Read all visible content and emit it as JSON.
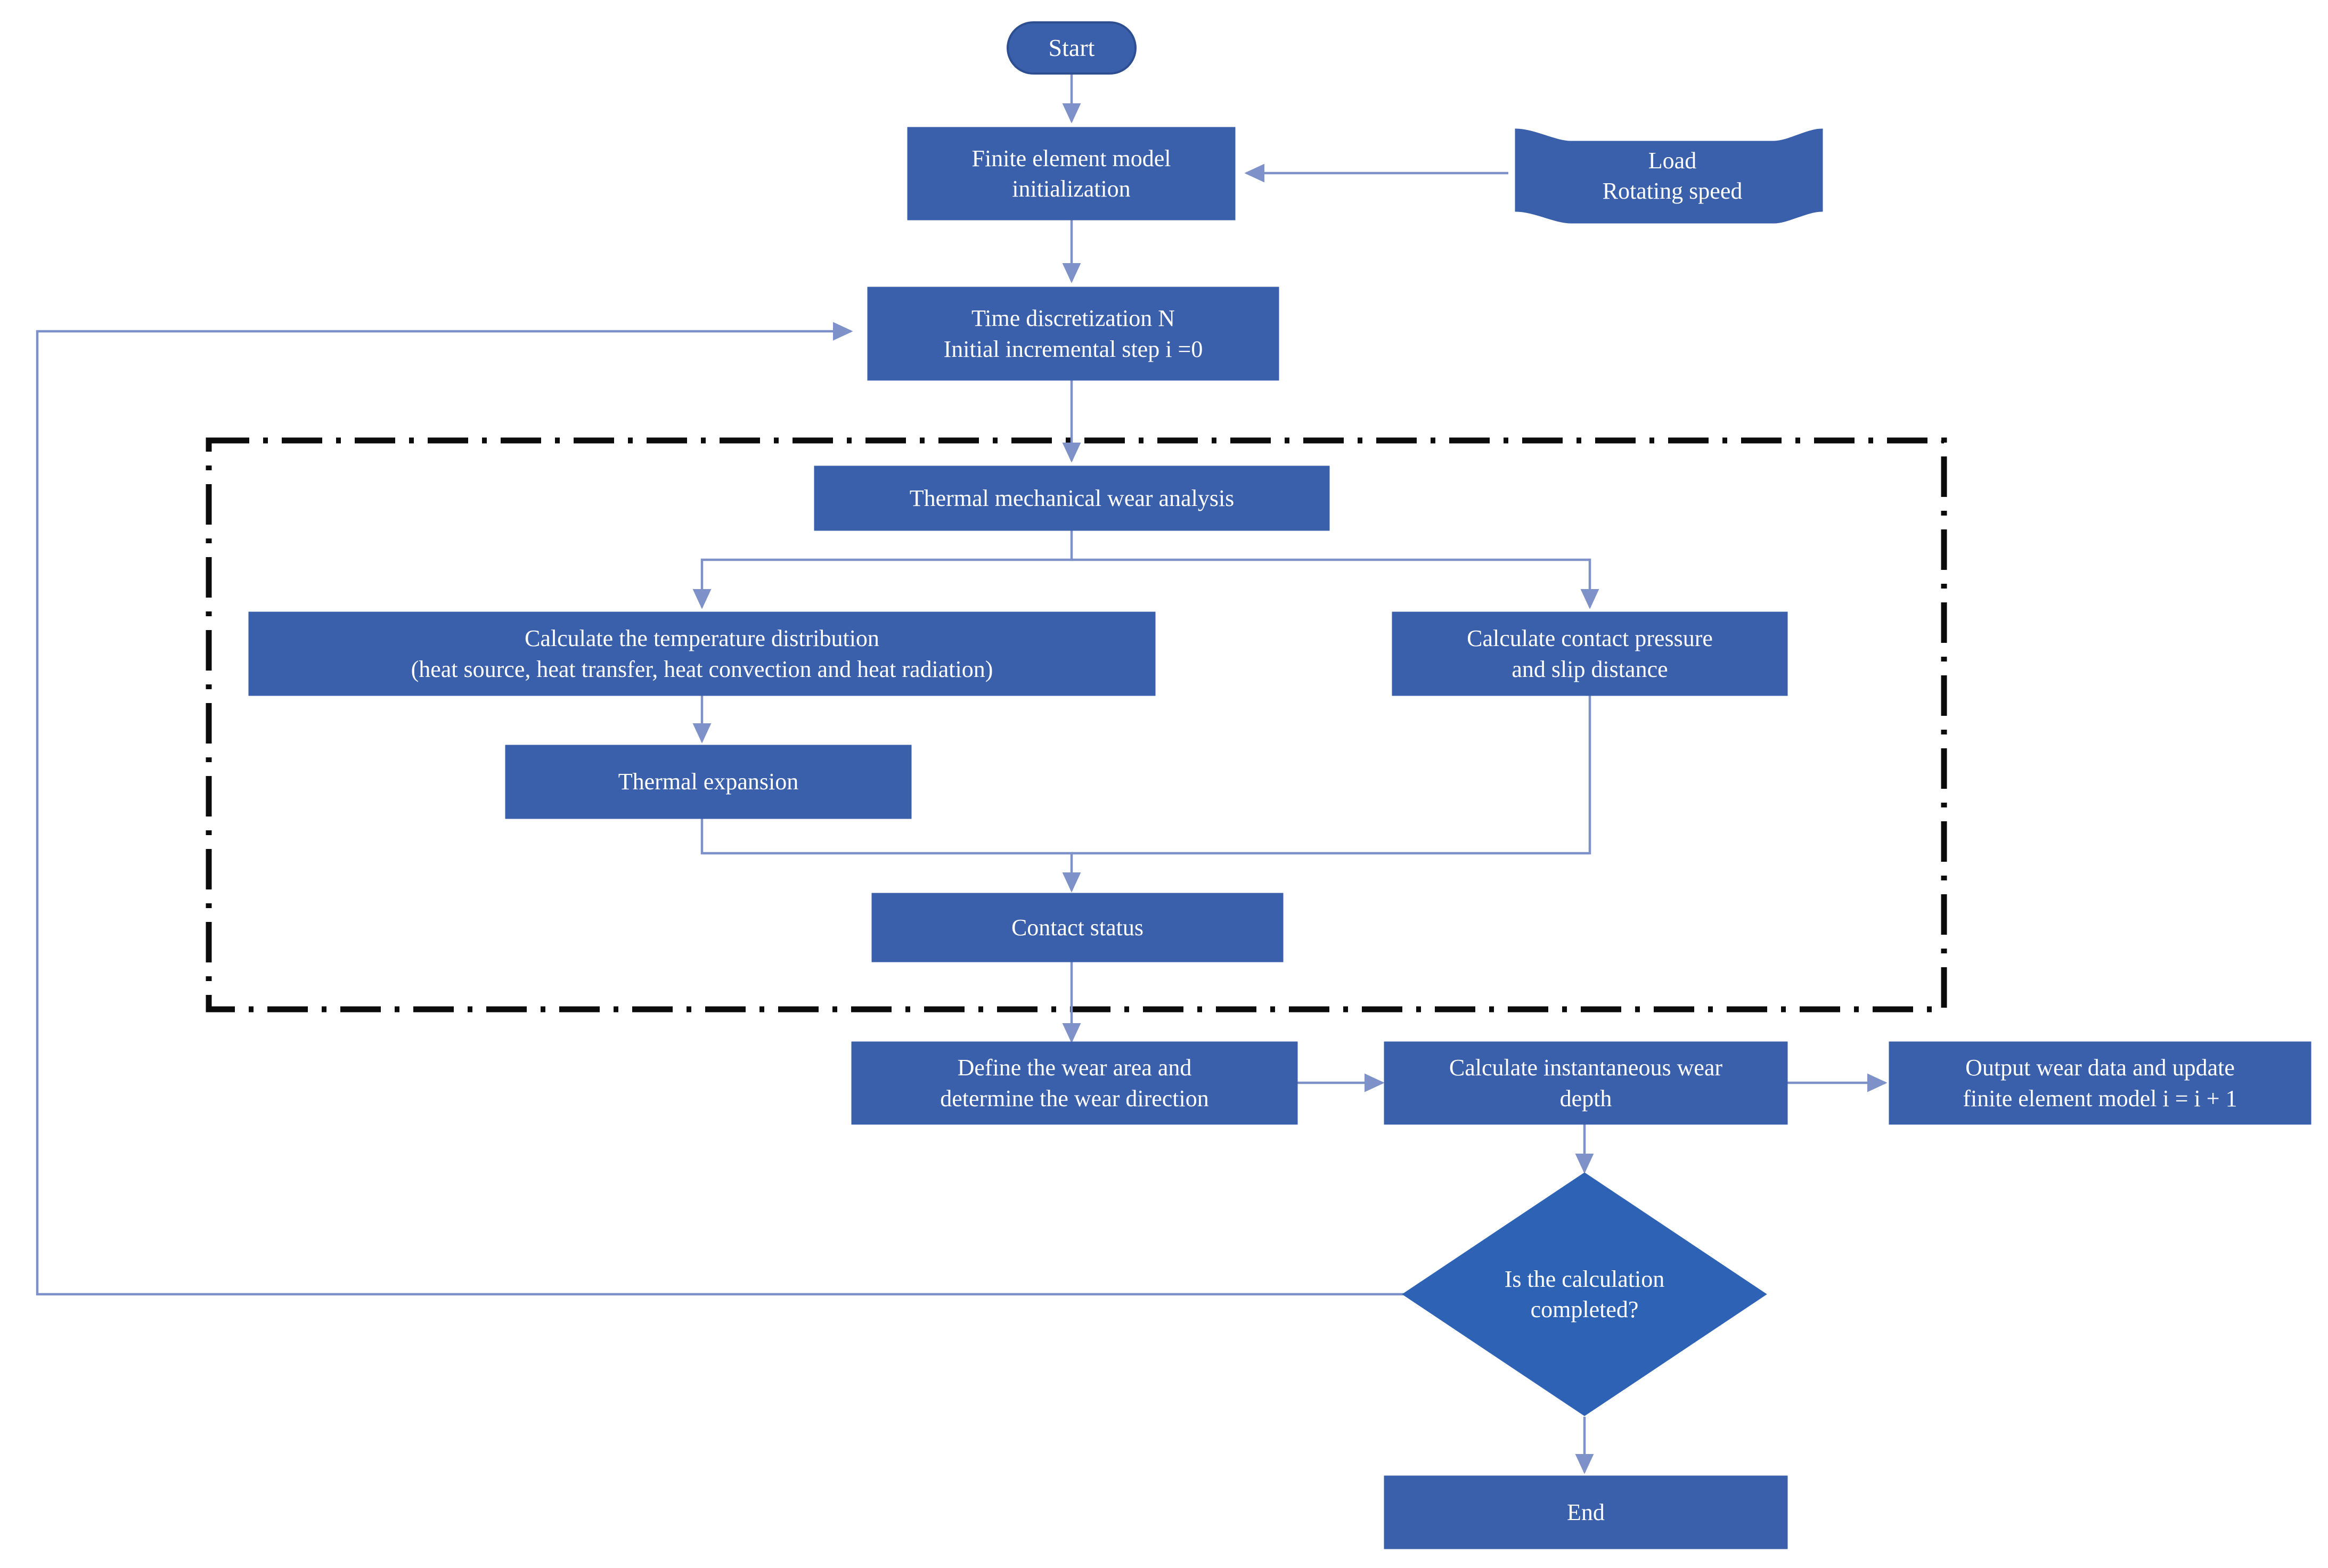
{
  "diagram": {
    "title": "Thermal mechanical wear analysis flowchart",
    "type": "flowchart",
    "background": "#ffffff",
    "colors": {
      "node_fill": "#3A5FAB",
      "node_stroke": "#3A5FAB",
      "node_text": "#ffffff",
      "connector": "#8496CC",
      "group_border": "#000000"
    },
    "nodes": [
      {
        "id": "start",
        "shape": "terminator",
        "label": "Start"
      },
      {
        "id": "fem_init",
        "shape": "process",
        "label": "Finite element model\ninitialization"
      },
      {
        "id": "inputs",
        "shape": "tape",
        "label": "Load\nRotating speed"
      },
      {
        "id": "time_disc",
        "shape": "process",
        "label": "Time discretization N\nInitial incremental step i =0"
      },
      {
        "id": "tmw",
        "shape": "process",
        "label": "Thermal mechanical wear analysis"
      },
      {
        "id": "temp_dist",
        "shape": "process",
        "label": "Calculate the temperature distribution\n(heat source, heat transfer, heat  convection and heat radiation)"
      },
      {
        "id": "contact_pr",
        "shape": "process",
        "label": "Calculate contact pressure\nand slip distance"
      },
      {
        "id": "thermal_exp",
        "shape": "process",
        "label": "Thermal expansion"
      },
      {
        "id": "contact_st",
        "shape": "process",
        "label": "Contact status"
      },
      {
        "id": "wear_area",
        "shape": "process",
        "label": "Define the wear area and\ndetermine the wear direction"
      },
      {
        "id": "wear_depth",
        "shape": "process",
        "label": "Calculate instantaneous wear\ndepth"
      },
      {
        "id": "output",
        "shape": "process",
        "label": "Output wear data and update\nfinite element model i = i + 1"
      },
      {
        "id": "decision",
        "shape": "decision",
        "label": "Is the calculation\ncompleted?"
      },
      {
        "id": "end",
        "shape": "terminator-rect",
        "label": "End"
      }
    ],
    "group_box": {
      "id": "analysis-loop-group",
      "border_style": "dash-dot",
      "label": ""
    },
    "edges": [
      {
        "from": "start",
        "to": "fem_init",
        "label": ""
      },
      {
        "from": "inputs",
        "to": "fem_init",
        "label": ""
      },
      {
        "from": "fem_init",
        "to": "time_disc",
        "label": ""
      },
      {
        "from": "time_disc",
        "to": "tmw",
        "label": ""
      },
      {
        "from": "tmw",
        "to": "temp_dist",
        "label": ""
      },
      {
        "from": "tmw",
        "to": "contact_pr",
        "label": ""
      },
      {
        "from": "temp_dist",
        "to": "thermal_exp",
        "label": ""
      },
      {
        "from": "thermal_exp",
        "to": "contact_st",
        "label": ""
      },
      {
        "from": "contact_pr",
        "to": "contact_st",
        "label": ""
      },
      {
        "from": "contact_st",
        "to": "wear_area",
        "label": ""
      },
      {
        "from": "wear_area",
        "to": "wear_depth",
        "label": ""
      },
      {
        "from": "wear_depth",
        "to": "output",
        "label": ""
      },
      {
        "from": "wear_depth",
        "to": "decision",
        "label": ""
      },
      {
        "from": "decision",
        "to": "time_disc",
        "label": ""
      },
      {
        "from": "decision",
        "to": "end",
        "label": ""
      }
    ]
  }
}
